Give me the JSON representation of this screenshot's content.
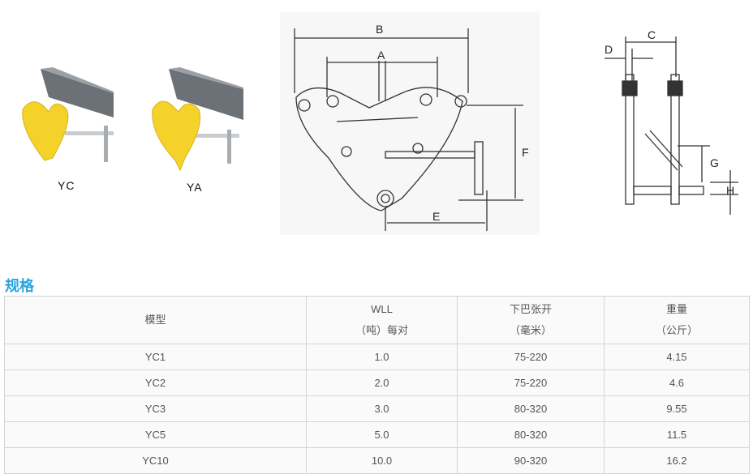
{
  "products": [
    {
      "label": "YC"
    },
    {
      "label": "YA"
    }
  ],
  "diagram_labels": {
    "a": "A",
    "b": "B",
    "c": "C",
    "d": "D",
    "e": "E",
    "f": "F",
    "g": "G",
    "h": "H"
  },
  "section_title": "规格",
  "table": {
    "headers": [
      {
        "l1": "模型",
        "l2": ""
      },
      {
        "l1": "WLL",
        "l2": "（吨）每对"
      },
      {
        "l1": "下巴张开",
        "l2": "（毫米）"
      },
      {
        "l1": "重量",
        "l2": "（公斤）"
      }
    ],
    "rows": [
      [
        "YC1",
        "1.0",
        "75-220",
        "4.15"
      ],
      [
        "YC2",
        "2.0",
        "75-220",
        "4.6"
      ],
      [
        "YC3",
        "3.0",
        "80-320",
        "9.55"
      ],
      [
        "YC5",
        "5.0",
        "80-320",
        "11.5"
      ],
      [
        "YC10",
        "10.0",
        "90-320",
        "16.2"
      ]
    ]
  },
  "colors": {
    "accent": "#2ba3dc",
    "clamp": "#f5d22a"
  }
}
